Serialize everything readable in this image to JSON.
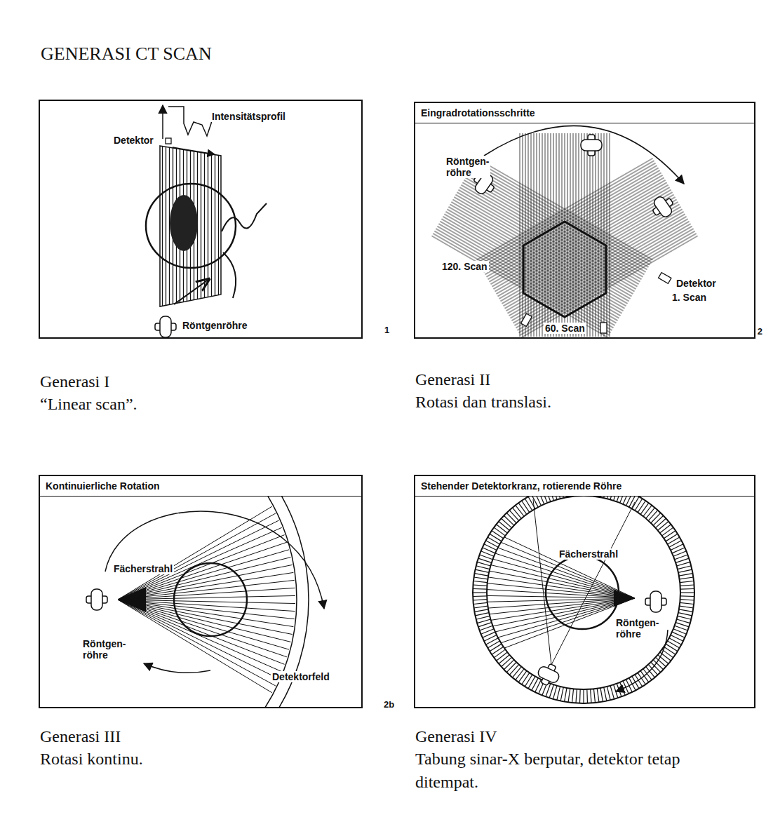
{
  "diagram": {
    "title": "GENERASI CT SCAN",
    "nodes": [
      {
        "text": [
          "Generasi I",
          "“Linear scan”."
        ]
      },
      {
        "text": [
          "Eingradrotationsschritte",
          "Generasi II",
          "Rotasi dan translasi."
        ]
      },
      {
        "text": [
          "Kontinuierliche Rotation",
          "Generasi III",
          "Rotasi kontinu."
        ]
      },
      {
        "text": [
          "Stehender Detektorkranz, rotierende Röhre",
          "Generasi IV",
          "Tabung sinar-X berputar, detektor tetap ditempat."
        ]
      }
    ],
    "labels": [
      "Intensitätsprofil",
      "Detektor",
      "Röntgenröhre",
      "1",
      "Röntgen- röhre",
      "120. Scan",
      "Detektor",
      "1. Scan",
      "60. Scan",
      "2",
      "Fächerstrahl",
      "Röntgen- röhre",
      "Detektorfeld",
      "2b",
      "Fächerstrahl",
      "Röntgen- röhre"
    ]
  }
}
